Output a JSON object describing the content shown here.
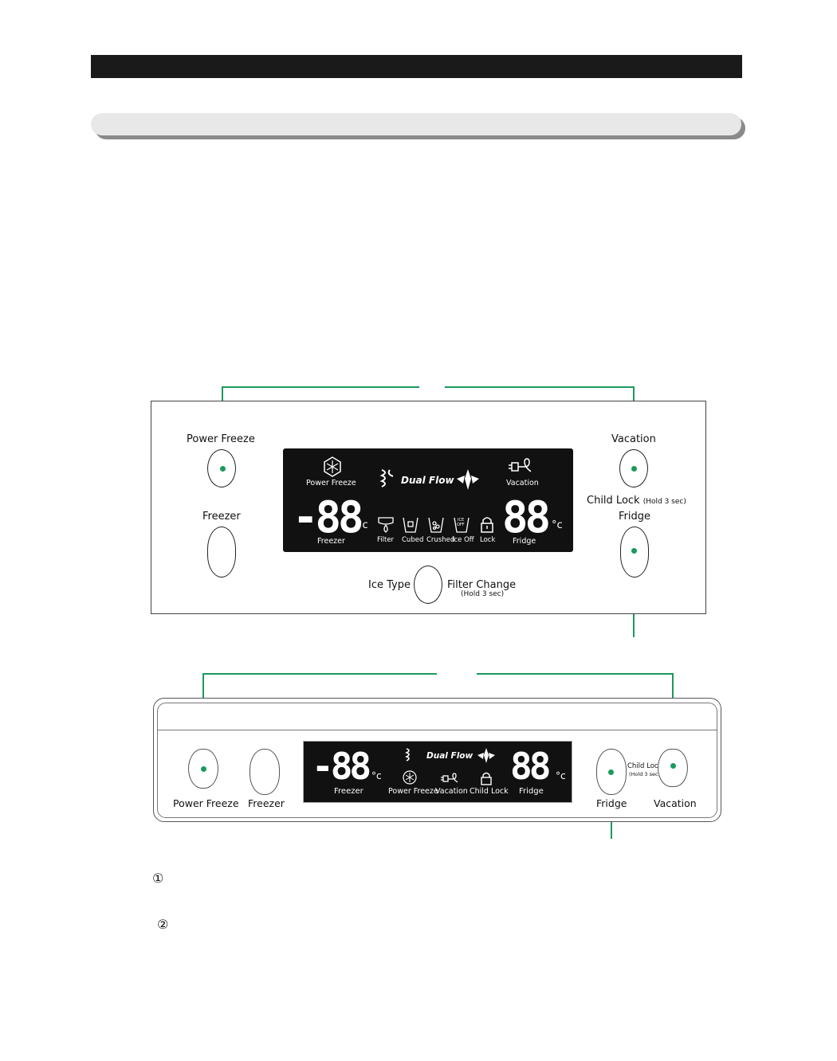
{
  "panel_top": {
    "power_freeze": "Power Freeze",
    "freezer": "Freezer",
    "vacation": "Vacation",
    "child_lock": "Child Lock",
    "child_lock_hold": "(Hold 3 sec)",
    "fridge": "Fridge",
    "ice_type": "Ice Type",
    "filter_change": "Filter Change",
    "filter_change_hold": "(Hold 3 sec)",
    "display": {
      "power_freeze": "Power Freeze",
      "dual_flow": "Dual Flow",
      "vacation": "Vacation",
      "freezer_temp": "-88",
      "fridge_temp": "88",
      "deg_unit": "°c",
      "freezer": "Freezer",
      "fridge": "Fridge",
      "filter": "Filter",
      "cubed": "Cubed",
      "crushed": "Crushed",
      "ice_off": "Ice Off",
      "lock": "Lock",
      "ice_off_icon_text_1": "ICE",
      "ice_off_icon_text_2": "OFF"
    }
  },
  "panel_bottom": {
    "power_freeze": "Power Freeze",
    "freezer": "Freezer",
    "fridge": "Fridge",
    "vacation": "Vacation",
    "child_lock": "Child Lock",
    "child_lock_hold": "(Hold 3 sec)",
    "display": {
      "freezer_temp": "-88",
      "fridge_temp": "88",
      "deg_unit": "°c",
      "dual_flow": "Dual Flow",
      "freezer": "Freezer",
      "power_freeze": "Power Freeze",
      "vacation": "Vacation",
      "child_lock": "Child Lock",
      "fridge": "Fridge"
    }
  },
  "notes": {
    "n1": "①",
    "n2": "②"
  },
  "colors": {
    "accent_line": "#1a9a5c",
    "display_bg": "#111111",
    "header_bar": "#1a1a1a"
  }
}
